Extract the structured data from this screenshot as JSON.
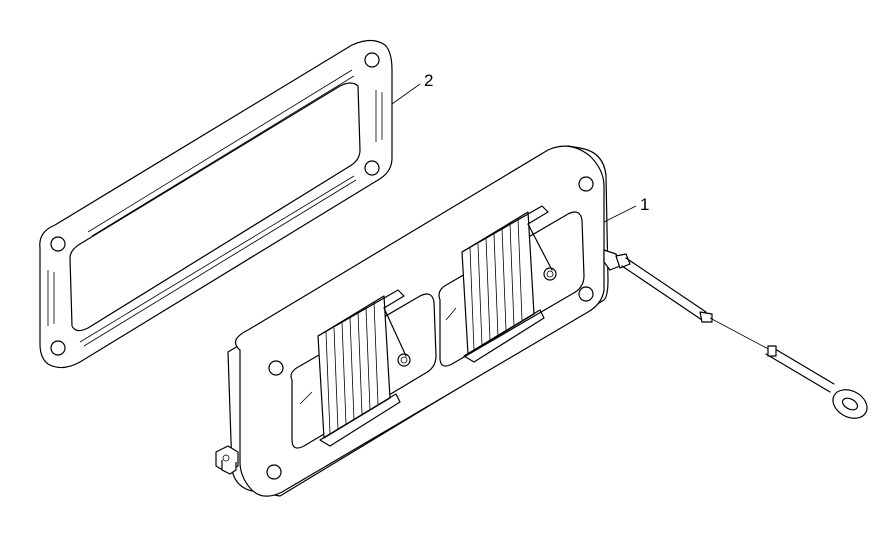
{
  "callouts": {
    "part_1": "1",
    "part_2": "2"
  },
  "parts": [
    {
      "ref": "1",
      "icon": "intake-heater-assembly-icon"
    },
    {
      "ref": "2",
      "icon": "gasket-icon"
    }
  ]
}
